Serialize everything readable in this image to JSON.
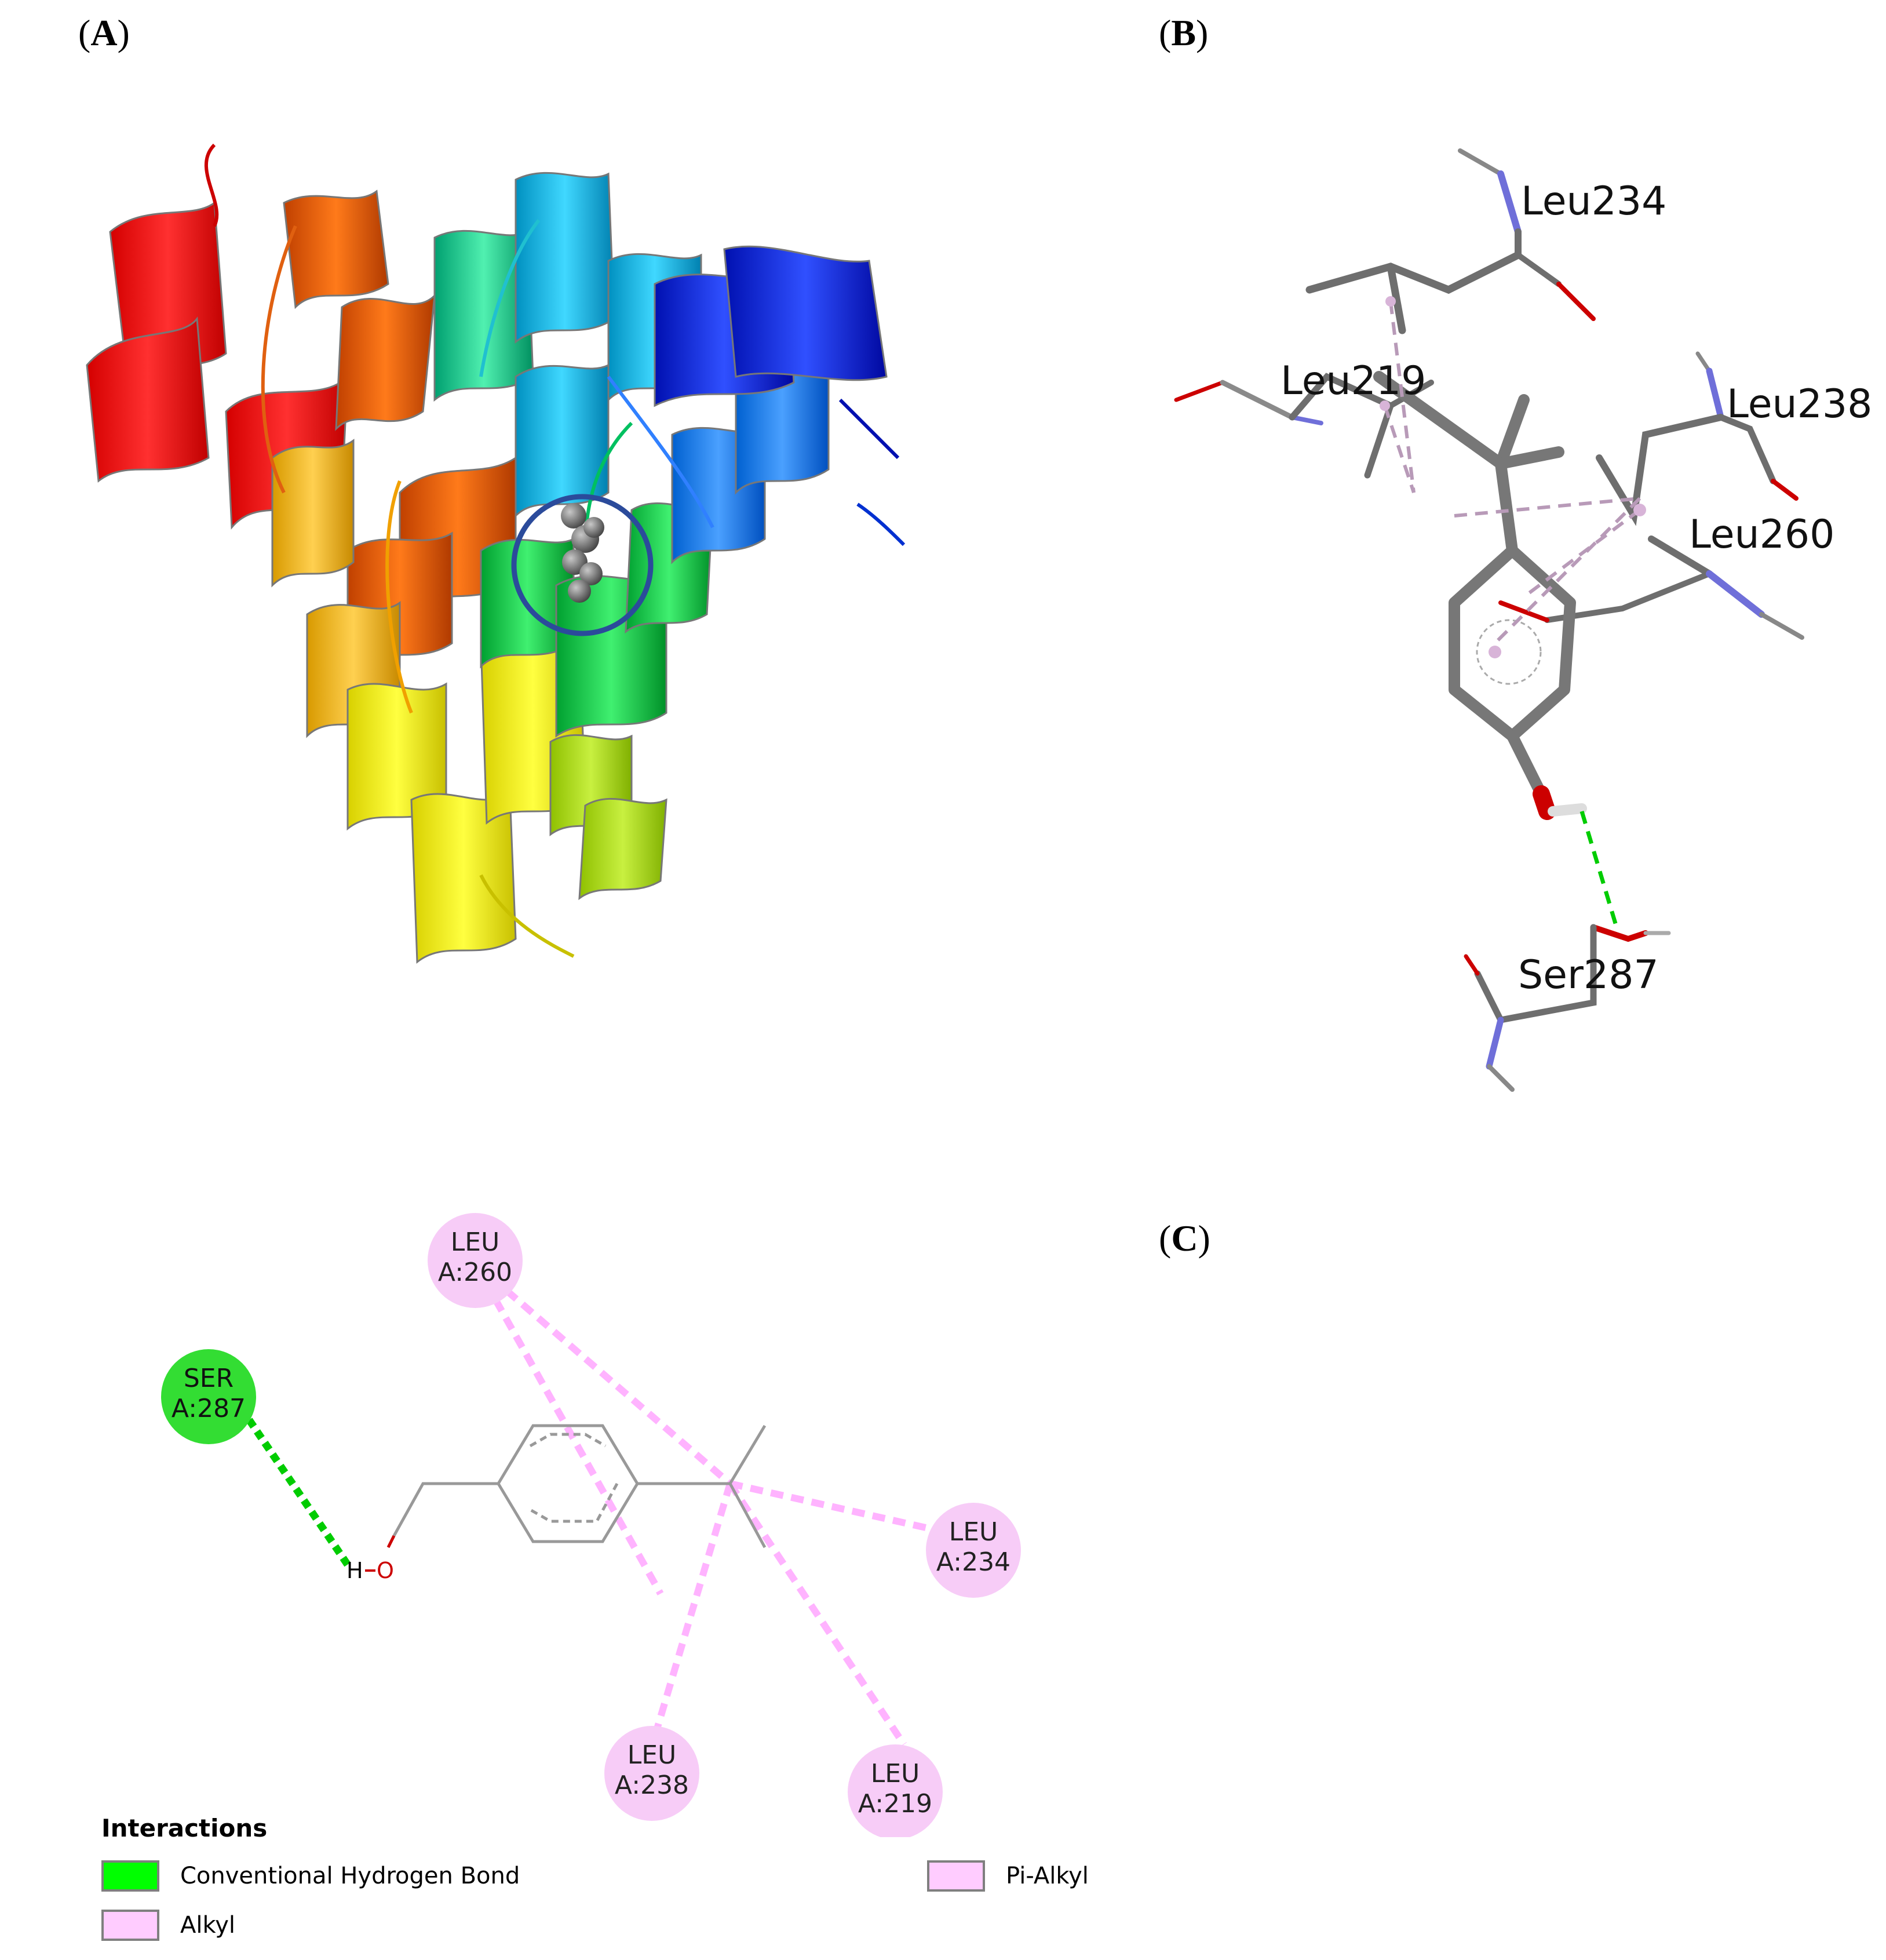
{
  "panels": {
    "A": "A",
    "B": "B",
    "C": "C"
  },
  "panel_b": {
    "residue_labels": [
      "Leu234",
      "Leu219",
      "Leu238",
      "Leu260",
      "Ser287"
    ]
  },
  "panel_c": {
    "ligand_atoms": {
      "h": "H",
      "o": "O"
    },
    "residues": [
      {
        "name": "LEU",
        "id": "A:260",
        "type": "Alkyl"
      },
      {
        "name": "SER",
        "id": "A:287",
        "type": "Conventional Hydrogen Bond"
      },
      {
        "name": "LEU",
        "id": "A:234",
        "type": "Alkyl"
      },
      {
        "name": "LEU",
        "id": "A:238",
        "type": "Pi-Alkyl"
      },
      {
        "name": "LEU",
        "id": "A:219",
        "type": "Alkyl"
      }
    ]
  },
  "legend": {
    "title": "Interactions",
    "items": [
      {
        "label": "Conventional Hydrogen Bond",
        "color": "#00ff00"
      },
      {
        "label": "Alkyl",
        "color": "#ffccff"
      },
      {
        "label": "Pi-Alkyl",
        "color": "#ffccff"
      }
    ]
  },
  "colors": {
    "hbond": "#00cc00",
    "hbond_residue": "#33dd33",
    "alkyl": "#ffb3ff",
    "alkyl_residue": "#f7ccf7",
    "bond_gray": "#6e6e6e",
    "oxygen": "#cc0000",
    "nitrogen": "#6f6fd9"
  }
}
